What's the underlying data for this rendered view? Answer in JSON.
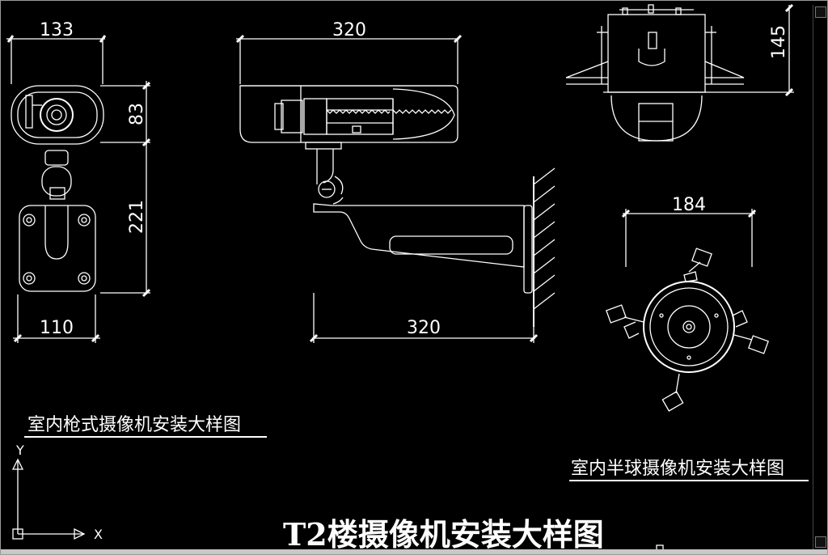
{
  "drawing": {
    "title": "T2楼摄像机安装大样图",
    "caption_bullet_camera": "室内枪式摄像机安装大样图",
    "caption_dome_camera": "室内半球摄像机安装大样图",
    "dim_front_width_top": "133",
    "dim_front_height_upper": "83",
    "dim_front_height_lower": "221",
    "dim_front_width_bottom": "110",
    "dim_side_length_top": "320",
    "dim_side_length_bottom": "320",
    "dim_dome_height": "145",
    "dim_dome_diameter": "184",
    "ucs_x_label": "X",
    "ucs_y_label": "Y"
  }
}
